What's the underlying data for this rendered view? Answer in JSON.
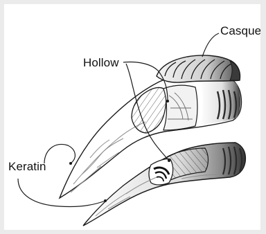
{
  "diagram": {
    "labels": {
      "casque": "Casque",
      "hollow": "Hollow",
      "keratin": "Keratin"
    },
    "colors": {
      "outline": "#1a1a1a",
      "shade_dark": "#3c3c3c",
      "shade_mid": "#8e8e8e",
      "shade_light": "#cfcfcf",
      "fill": "#ffffff",
      "background": "#ebebeb"
    }
  }
}
